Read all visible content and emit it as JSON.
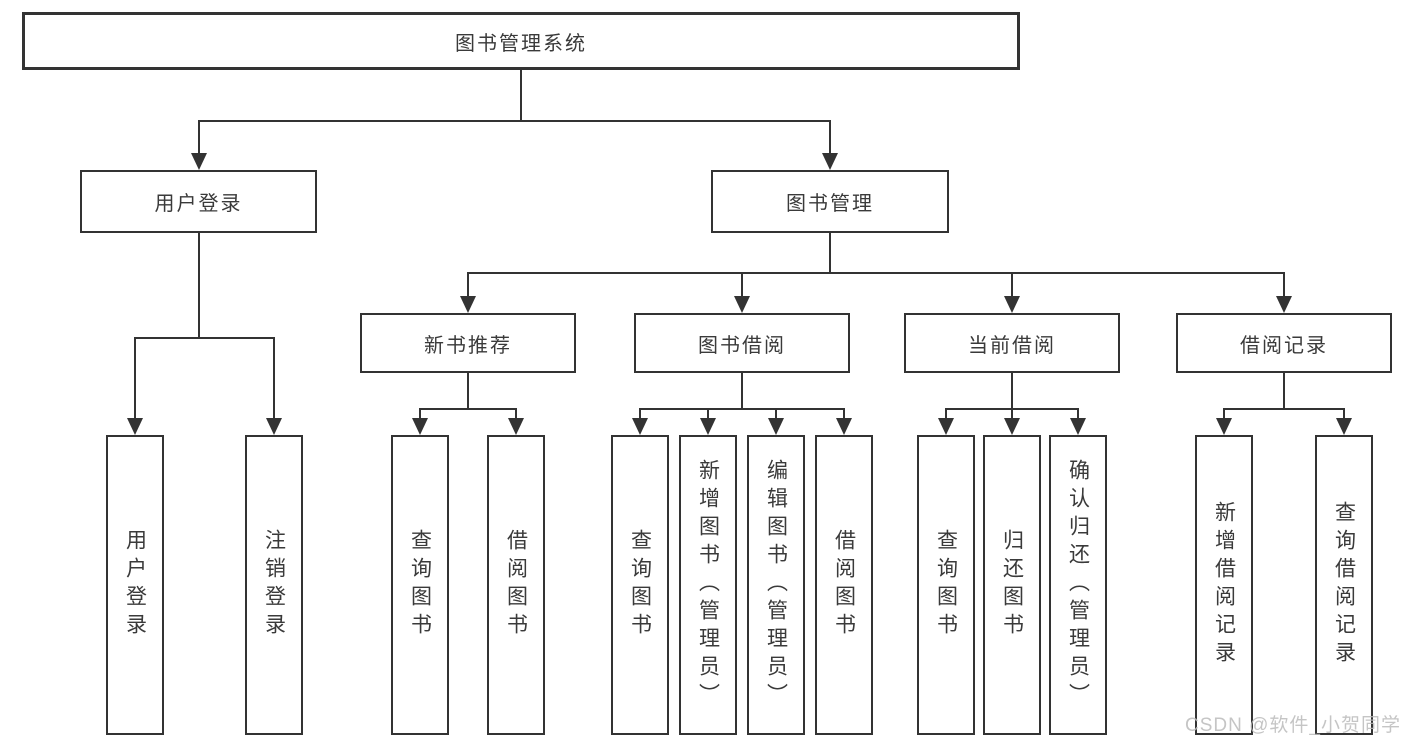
{
  "root": {
    "label": "图书管理系统"
  },
  "level2": [
    {
      "label": "用户登录"
    },
    {
      "label": "图书管理"
    }
  ],
  "level3": [
    {
      "label": "新书推荐"
    },
    {
      "label": "图书借阅"
    },
    {
      "label": "当前借阅"
    },
    {
      "label": "借阅记录"
    }
  ],
  "leaves": {
    "user_login": [
      {
        "label": "用户登录"
      },
      {
        "label": "注销登录"
      }
    ],
    "new_book_recommend": [
      {
        "label": "查询图书"
      },
      {
        "label": "借阅图书"
      }
    ],
    "book_borrow": [
      {
        "label": "查询图书"
      },
      {
        "label": "新增图书（管理员）"
      },
      {
        "label": "编辑图书（管理员）"
      },
      {
        "label": "借阅图书"
      }
    ],
    "current_borrow": [
      {
        "label": "查询图书"
      },
      {
        "label": "归还图书"
      },
      {
        "label": "确认归还（管理员）"
      }
    ],
    "borrow_record": [
      {
        "label": "新增借阅记录"
      },
      {
        "label": "查询借阅记录"
      }
    ]
  },
  "watermark": {
    "label": "CSDN @软件_小贺同学"
  },
  "colors": {
    "line": "#333333",
    "text": "#3a3a3a",
    "watermark": "#bbbbbb",
    "background": "#ffffff"
  }
}
